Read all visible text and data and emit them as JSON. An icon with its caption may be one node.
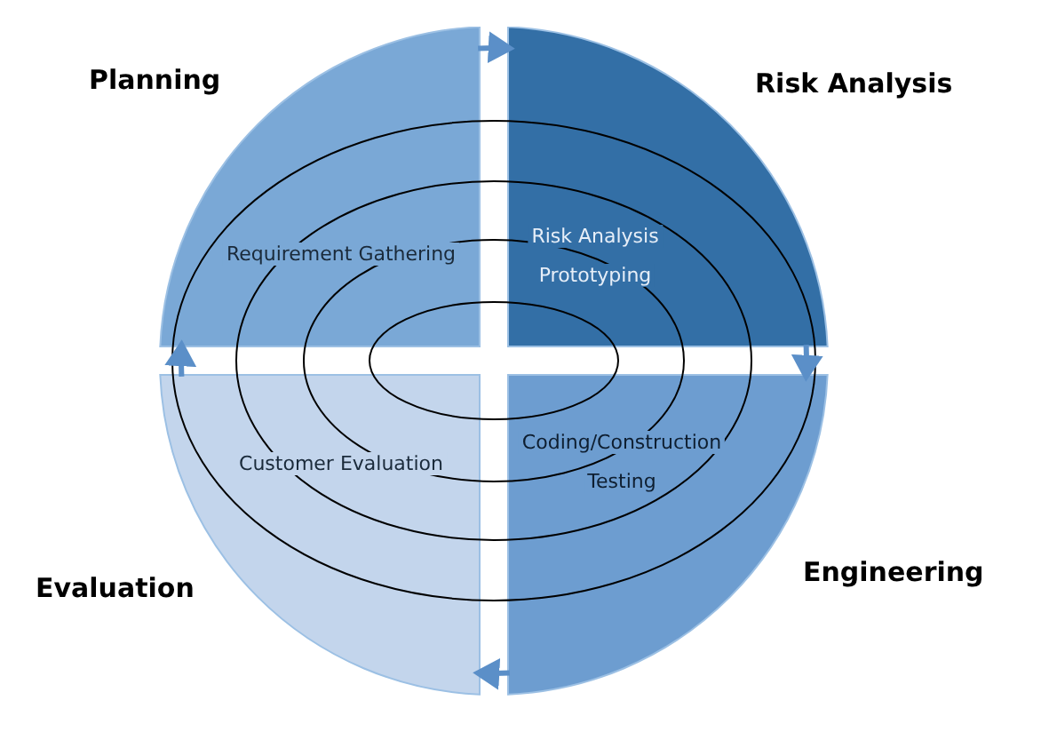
{
  "diagram": {
    "nodes": [
      {
        "text": [
          "Planning",
          "Requirement Gathering"
        ]
      },
      {
        "text": [
          "Risk Analysis",
          "Risk Analysis",
          "Prototyping"
        ]
      },
      {
        "text": [
          "Engineering",
          "Coding/Construction",
          "Testing"
        ]
      },
      {
        "text": [
          "Evaluation",
          "Customer Evaluation"
        ]
      }
    ],
    "edges": [
      {
        "from": 0,
        "to": 1,
        "arrow": "to"
      },
      {
        "from": 1,
        "to": 2,
        "arrow": "to"
      },
      {
        "from": 2,
        "to": 3,
        "arrow": "to"
      },
      {
        "from": 3,
        "to": 0,
        "arrow": "to"
      }
    ]
  }
}
